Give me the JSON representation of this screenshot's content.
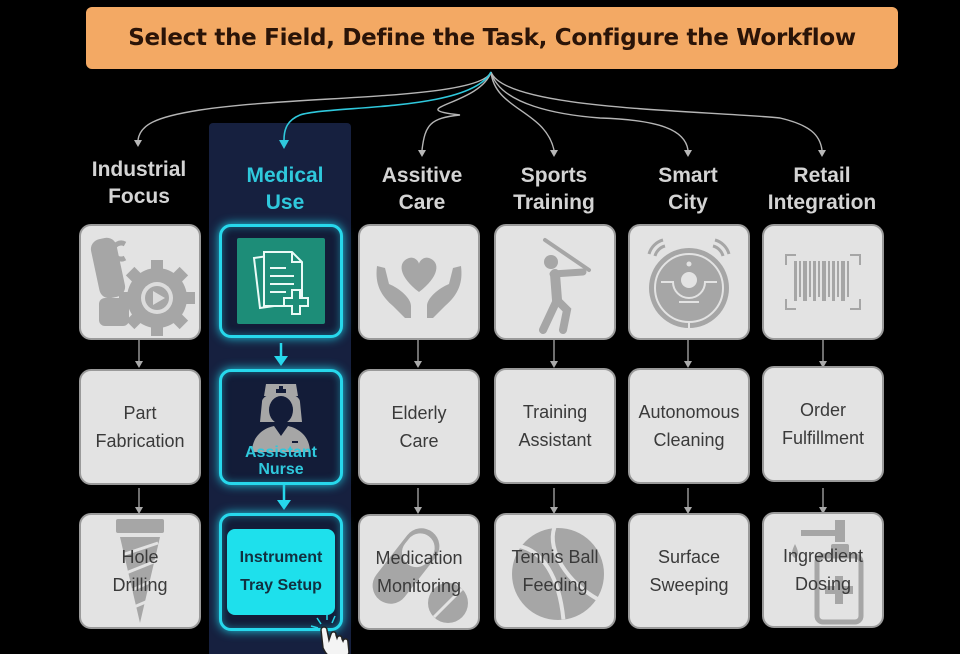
{
  "banner": {
    "title": "Select the Field, Define the Task, Configure the Workflow"
  },
  "colors": {
    "banner_bg": "#f3a964",
    "accent_cyan": "#27d8ec",
    "highlight_column_bg": "#16203f",
    "card_bg": "#e3e3e3",
    "icon_gray": "#a6a6a6"
  },
  "columns": [
    {
      "field": {
        "line1": "Industrial",
        "line2": "Focus"
      },
      "icon": "robot-arm-gear-icon",
      "task": {
        "line1": "Part",
        "line2": "Fabrication"
      },
      "workflow": {
        "line1": "Hole",
        "line2": "Drilling",
        "icon": "drill-bit-icon"
      },
      "selected": false
    },
    {
      "field": {
        "line1": "Medical",
        "line2": "Use"
      },
      "icon": "medical-document-plus-icon",
      "task": {
        "line1": "Assistant",
        "line2": "Nurse",
        "icon": "nurse-icon"
      },
      "workflow": {
        "line1": "Instrument",
        "line2": "Tray Setup"
      },
      "selected": true
    },
    {
      "field": {
        "line1": "Assitive",
        "line2": "Care"
      },
      "icon": "hands-heart-icon",
      "task": {
        "line1": "Elderly",
        "line2": "Care"
      },
      "workflow": {
        "line1": "Medication",
        "line2": "Monitoring",
        "icon": "pill-capsule-icon"
      },
      "selected": false
    },
    {
      "field": {
        "line1": "Sports",
        "line2": "Training"
      },
      "icon": "golfer-icon",
      "task": {
        "line1": "Training",
        "line2": "Assistant"
      },
      "workflow": {
        "line1": "Tennis Ball",
        "line2": "Feeding",
        "icon": "tennis-ball-icon"
      },
      "selected": false
    },
    {
      "field": {
        "line1": "Smart",
        "line2": "City"
      },
      "icon": "robot-vacuum-icon",
      "task": {
        "line1": "Autonomous",
        "line2": "Cleaning"
      },
      "workflow": {
        "line1": "Surface",
        "line2": "Sweeping"
      },
      "selected": false
    },
    {
      "field": {
        "line1": "Retail",
        "line2": "Integration"
      },
      "icon": "barcode-scan-icon",
      "task": {
        "line1": "Order",
        "line2": "Fulfillment"
      },
      "workflow": {
        "line1": "Ingredient",
        "line2": "Dosing",
        "icon": "dispenser-bottle-icon"
      },
      "selected": false
    }
  ],
  "cursor": {
    "icon": "pointing-hand-click-icon"
  }
}
